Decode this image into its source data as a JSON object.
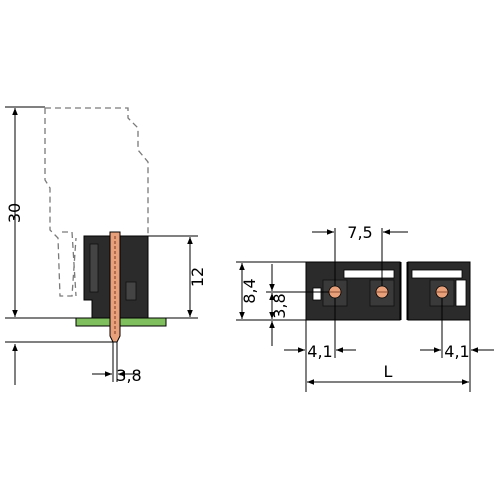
{
  "dimensions": {
    "height_30": "30",
    "height_12": "12",
    "pin_3_8": "3,8",
    "pitch_7_5": "7,5",
    "height_8_4": "8,4",
    "height_3_8": "3,8",
    "end_left_4_1": "4,1",
    "end_right_4_1": "4,1",
    "length_L": "L"
  },
  "colors": {
    "line": "#000000",
    "dashed_outline": "#7a7a7a",
    "housing": "#2b2b2b",
    "pin": "#e8a07a",
    "pcb": "#7fbf5e"
  }
}
